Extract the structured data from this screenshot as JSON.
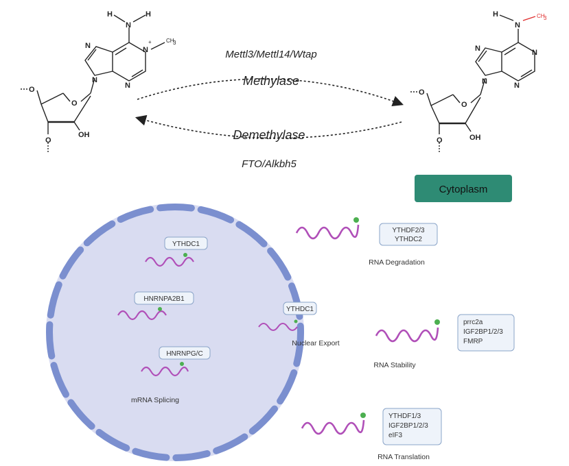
{
  "enzymes": {
    "writers": "Mettl3/Mettl14/Wtap",
    "methylase": "Methylase",
    "demethylase": "Demethylase",
    "erasers": "FTO/Alkbh5"
  },
  "left_molecule": {
    "atoms": {
      "H1": "H",
      "N_amine": "N",
      "H2": "H",
      "N1": "N",
      "plus": "+",
      "CH3": "CH",
      "CH3_sub": "3",
      "N7": "N",
      "N9": "N",
      "N3": "N",
      "O_ring": "O",
      "O5": "O",
      "OH": "OH",
      "O3": "O"
    }
  },
  "right_molecule": {
    "atoms": {
      "H1": "H",
      "N_amine": "N",
      "CH3": "CH",
      "CH3_sub": "3",
      "N1": "N",
      "N7": "N",
      "N9": "N",
      "N3": "N",
      "O_ring": "O",
      "O5": "O",
      "OH": "OH",
      "O3": "O"
    },
    "methyl_color": "#e03030"
  },
  "cytoplasm": {
    "label": "Cytoplasm",
    "color": "#2e8b74"
  },
  "nucleus": {
    "readers": [
      "YTHDC1",
      "HNRNPA2B1",
      "HNRNPG/C"
    ],
    "label": "mRNA Splicing",
    "fill": "#d9dcf1",
    "border": "#7b8fcf"
  },
  "export": {
    "reader": "YTHDC1",
    "label": "Nuclear Export"
  },
  "fates": [
    {
      "readers": [
        "YTHDF2/3",
        "YTHDC2"
      ],
      "label": "RNA Degradation"
    },
    {
      "readers": [
        "prrc2a",
        "IGF2BP1/2/3",
        "FMRP"
      ],
      "label": "RNA Stability"
    },
    {
      "readers": [
        "YTHDF1/3",
        "IGF2BP1/2/3",
        "eIF3"
      ],
      "label": "RNA Translation"
    }
  ],
  "colors": {
    "rna": "#b04fb8",
    "m6a_dot": "#4caf50",
    "box_fill": "#eef3fa",
    "box_stroke": "#8aa4c8"
  }
}
